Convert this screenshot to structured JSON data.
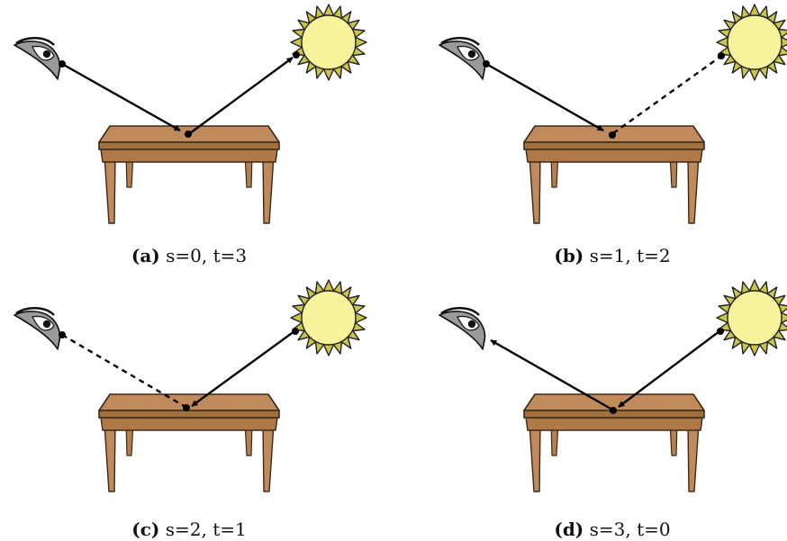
{
  "panels": [
    {
      "label": "(a)",
      "caption": "s=0, t=3",
      "eye_path": "solid",
      "eye_arrow": "to_table",
      "light_path": "solid",
      "light_arrow": "to_light"
    },
    {
      "label": "(b)",
      "caption": "s=1, t=2",
      "eye_path": "solid",
      "eye_arrow": "to_table",
      "light_path": "dashed",
      "light_arrow": "none"
    },
    {
      "label": "(c)",
      "caption": "s=2, t=1",
      "eye_path": "dashed",
      "eye_arrow": "none",
      "light_path": "solid",
      "light_arrow": "to_table"
    },
    {
      "label": "(d)",
      "caption": "s=3, t=0",
      "eye_path": "solid",
      "eye_arrow": "to_eye",
      "light_path": "solid",
      "light_arrow": "to_table"
    }
  ],
  "colors": {
    "table_top": "#c08a5a",
    "table_edge": "#a0703f",
    "table_stroke": "#3b2a1a",
    "sun_fill": "#f6f39c",
    "sun_ring": "#c9c44a",
    "eye_fill": "#9a9a9a",
    "path": "#000000"
  },
  "icons": [
    "eye-icon",
    "sun-icon",
    "table-icon"
  ]
}
